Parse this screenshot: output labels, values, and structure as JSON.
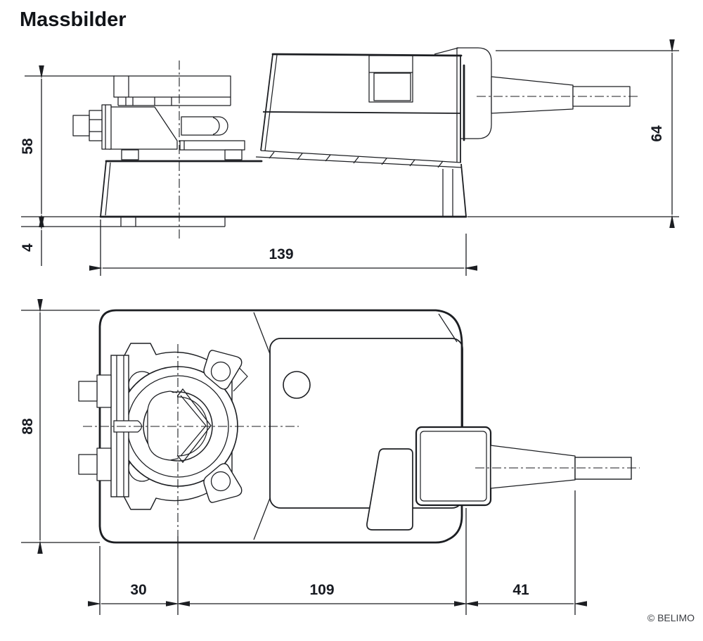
{
  "page": {
    "title": "Massbilder",
    "copyright": "© BELIMO",
    "background_color": "#ffffff",
    "line_color": "#1c1e22",
    "text_color": "#171a21"
  },
  "diagram": {
    "type": "technical-dimension-drawing",
    "subject": "damper-actuator",
    "views": {
      "side": {
        "label": "side-elevation-view",
        "dims": {
          "height_to_clamp_top": "58",
          "base_plate_thickness": "4",
          "body_length": "139",
          "overall_height": "64"
        }
      },
      "plan": {
        "label": "plan-view",
        "dims": {
          "overall_width": "88",
          "shaft_center_offset": "30",
          "body_length": "109",
          "cable_gland_length": "41"
        }
      }
    }
  }
}
